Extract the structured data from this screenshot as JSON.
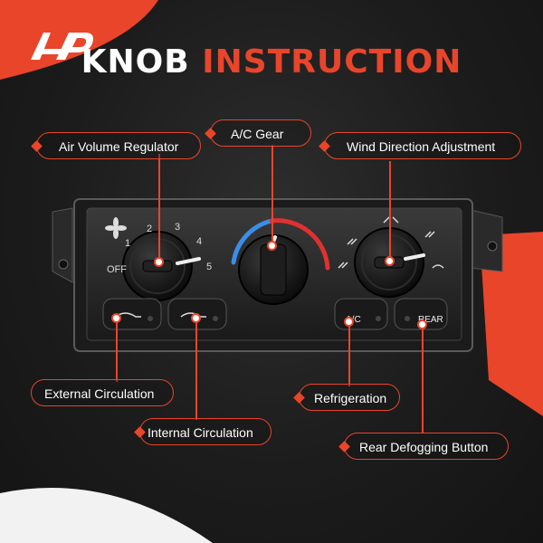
{
  "brand": {
    "logo_text": "A-P",
    "accent_color": "#e8452b"
  },
  "title": {
    "word1": "KNOB",
    "word2": "INSTRUCTION"
  },
  "callouts": {
    "air_volume": "Air Volume Regulator",
    "ac_gear": "A/C Gear",
    "wind_direction": "Wind Direction Adjustment",
    "external": "External Circulation",
    "internal": "Internal Circulation",
    "refrigeration": "Refrigeration",
    "rear_defog": "Rear Defogging Button"
  },
  "panel": {
    "fan_labels": [
      "OFF",
      "1",
      "2",
      "3",
      "4",
      "5"
    ],
    "ac_label": "A/C",
    "rear_label": "REAR"
  },
  "icons": [
    "fan-icon",
    "recirc-external-icon",
    "recirc-internal-icon",
    "vent-face-icon",
    "vent-floor-icon",
    "defrost-icon"
  ]
}
